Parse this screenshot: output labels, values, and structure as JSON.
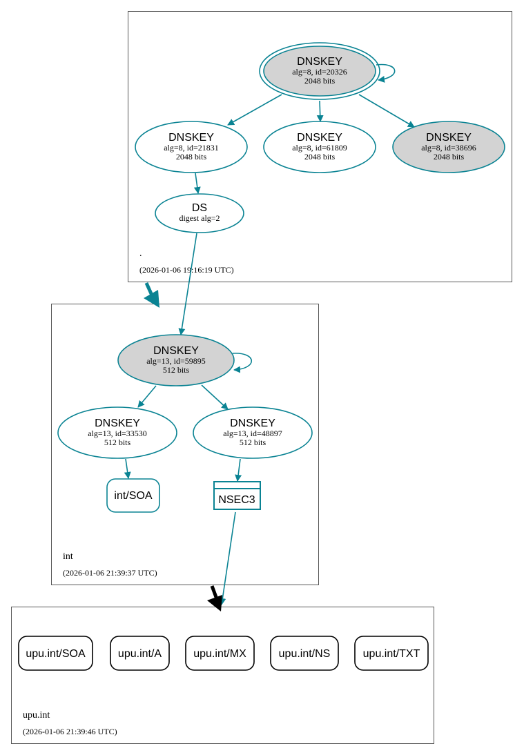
{
  "colors": {
    "edge": "#0a8393",
    "node_fill_gray": "#d3d3d3",
    "box_stroke": "#555555",
    "delegation_black": "#000000"
  },
  "zones": {
    "root": {
      "name": ".",
      "timestamp": "(2026-01-06 19:16:19 UTC)"
    },
    "int": {
      "name": "int",
      "timestamp": "(2026-01-06 21:39:37 UTC)"
    },
    "upu": {
      "name": "upu.int",
      "timestamp": "(2026-01-06 21:39:46 UTC)"
    }
  },
  "nodes": {
    "root_ksk": {
      "title": "DNSKEY",
      "line1": "alg=8, id=20326",
      "line2": "2048 bits"
    },
    "root_zsk1": {
      "title": "DNSKEY",
      "line1": "alg=8, id=21831",
      "line2": "2048 bits"
    },
    "root_zsk2": {
      "title": "DNSKEY",
      "line1": "alg=8, id=61809",
      "line2": "2048 bits"
    },
    "root_zsk3": {
      "title": "DNSKEY",
      "line1": "alg=8, id=38696",
      "line2": "2048 bits"
    },
    "root_ds": {
      "title": "DS",
      "line1": "digest alg=2"
    },
    "int_ksk": {
      "title": "DNSKEY",
      "line1": "alg=13, id=59895",
      "line2": "512 bits"
    },
    "int_zsk1": {
      "title": "DNSKEY",
      "line1": "alg=13, id=33530",
      "line2": "512 bits"
    },
    "int_zsk2": {
      "title": "DNSKEY",
      "line1": "alg=13, id=48897",
      "line2": "512 bits"
    },
    "int_soa": {
      "label": "int/SOA"
    },
    "int_nsec3": {
      "label": "NSEC3"
    }
  },
  "records": [
    "upu.int/SOA",
    "upu.int/A",
    "upu.int/MX",
    "upu.int/NS",
    "upu.int/TXT"
  ]
}
